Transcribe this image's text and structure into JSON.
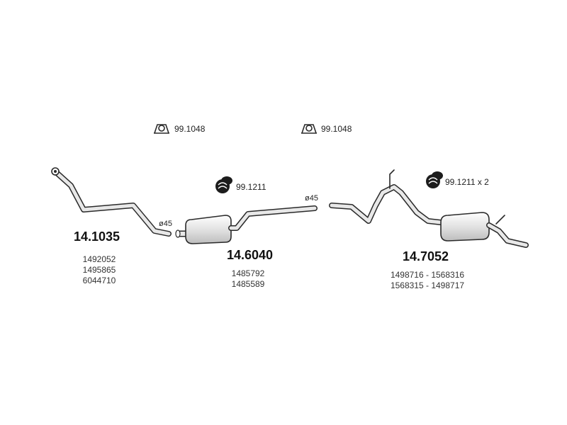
{
  "accessories": {
    "clamp_left": {
      "code": "99.1048",
      "icon": "clamp-icon"
    },
    "clamp_right": {
      "code": "99.1048",
      "icon": "clamp-icon"
    },
    "hanger_middle": {
      "code": "99.1211",
      "icon": "rubber-hanger-icon"
    },
    "hanger_right": {
      "code": "99.1211 x 2",
      "icon": "rubber-hanger-icon"
    }
  },
  "parts": [
    {
      "part_number": "14.1035",
      "diameter": "ø45",
      "references": [
        "1492052",
        "1495865",
        "6044710"
      ]
    },
    {
      "part_number": "14.6040",
      "diameter": "ø45",
      "references": [
        "1485792",
        "1485589"
      ]
    },
    {
      "part_number": "14.7052",
      "references": [
        "1498716 - 1568316",
        "1568315 - 1498717"
      ]
    }
  ],
  "colors": {
    "pipe_stroke": "#2a2a2a",
    "pipe_fill": "#e6e6e6",
    "hanger_fill": "#1c1c1c"
  }
}
